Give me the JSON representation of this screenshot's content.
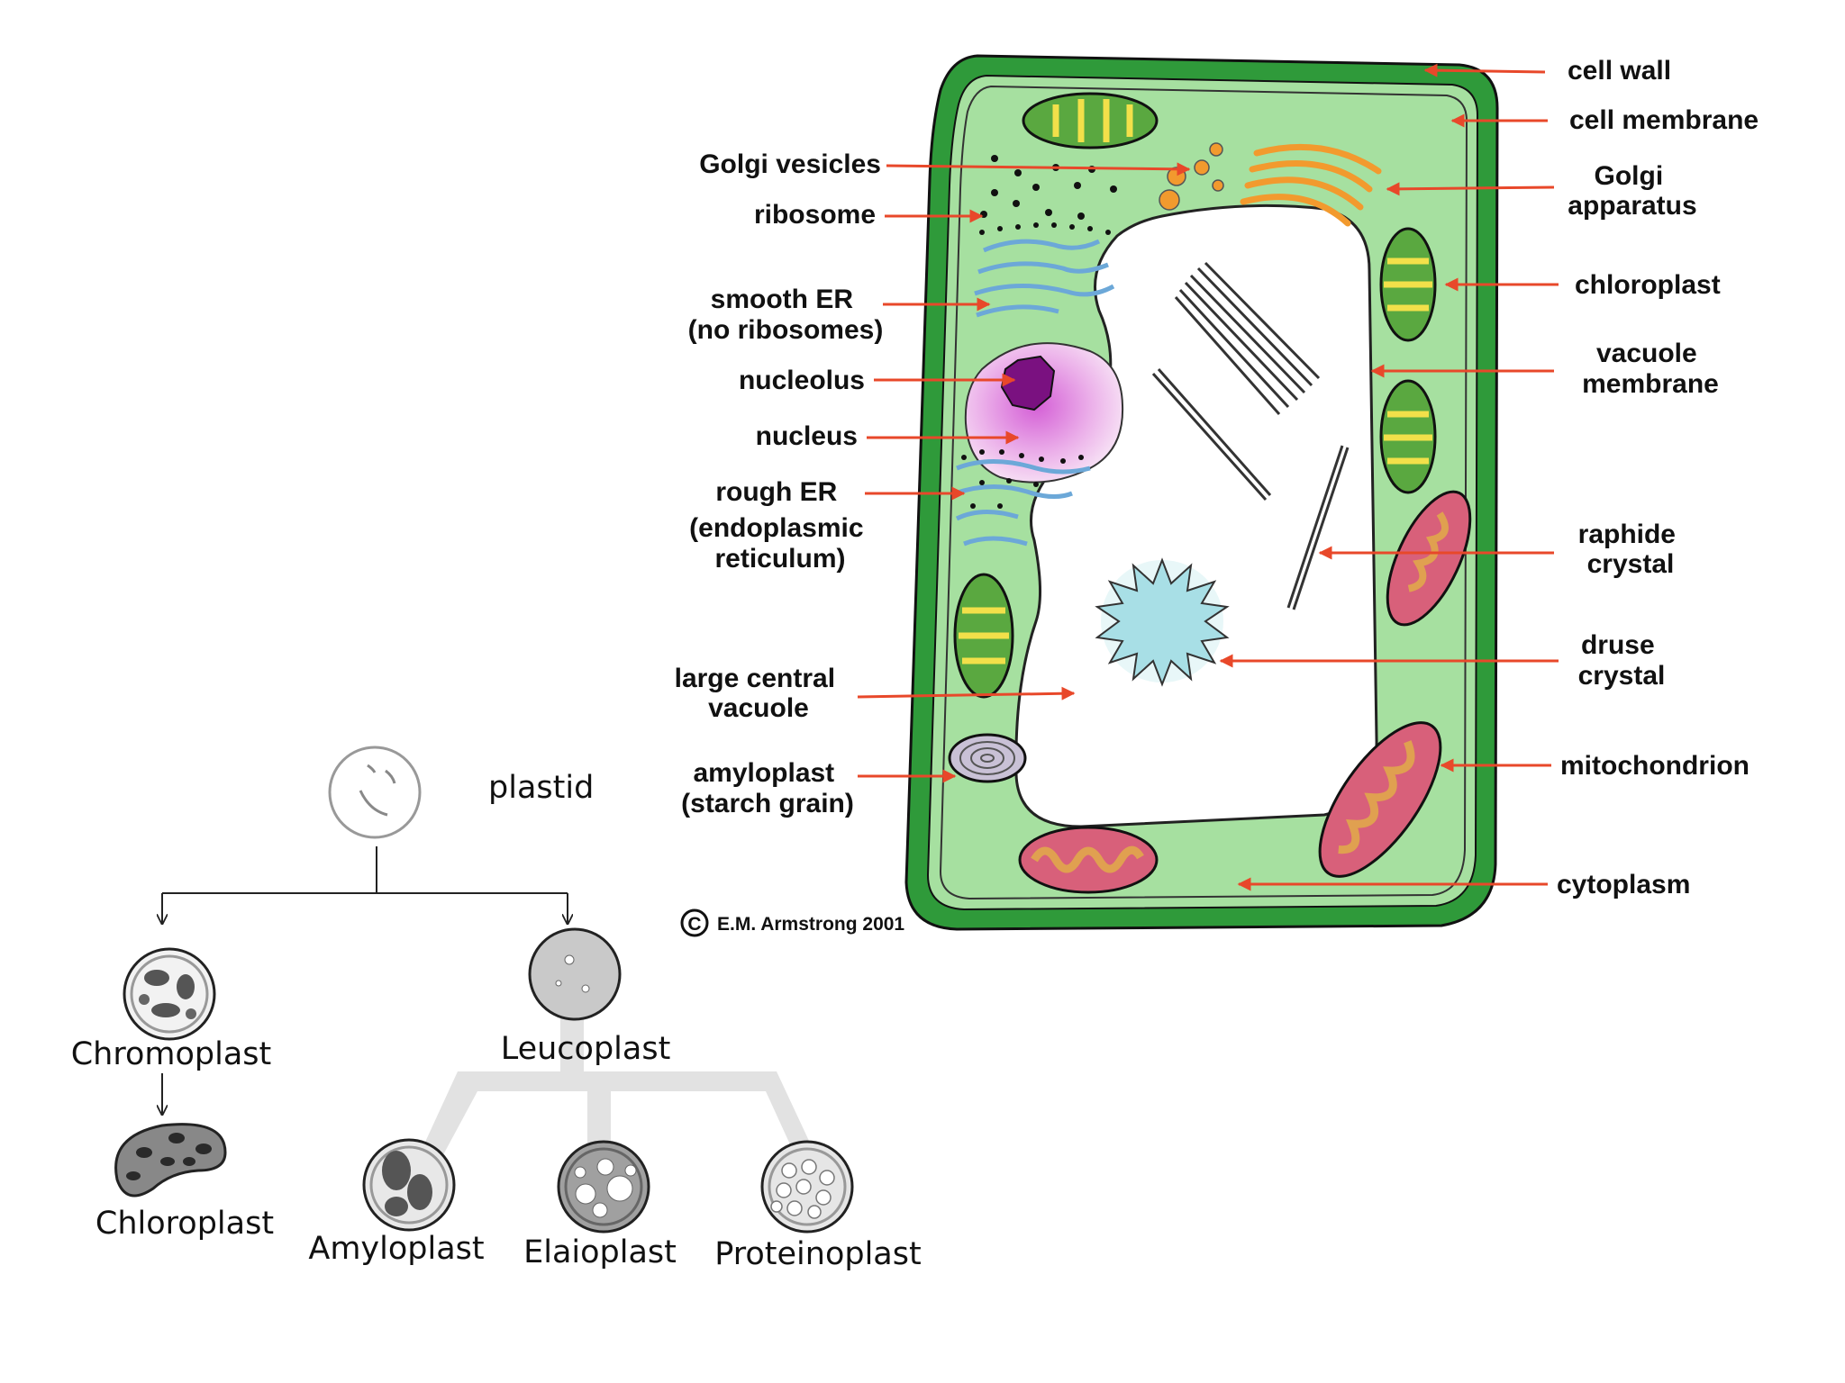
{
  "cell_labels": {
    "cell_wall": "cell wall",
    "cell_membrane": "cell membrane",
    "golgi_vesicles": "Golgi vesicles",
    "ribosome": "ribosome",
    "golgi_apparatus": [
      "Golgi",
      "apparatus"
    ],
    "smooth_er": [
      "smooth ER",
      "(no ribosomes)"
    ],
    "chloroplast": "chloroplast",
    "vacuole_membrane": [
      "vacuole",
      "membrane"
    ],
    "nucleolus": "nucleolus",
    "nucleus": "nucleus",
    "rough_er": [
      "rough ER",
      "(endoplasmic",
      "reticulum)"
    ],
    "raphide_crystal": [
      "raphide",
      "crystal"
    ],
    "druse_crystal": [
      "druse",
      "crystal"
    ],
    "large_central_vacuole": [
      "large central",
      "vacuole"
    ],
    "amyloplast": [
      "amyloplast",
      "(starch grain)"
    ],
    "mitochondrion": "mitochondrion",
    "cytoplasm": "cytoplasm"
  },
  "copyright": {
    "symbol": "C",
    "text": "E.M. Armstrong 2001"
  },
  "plastid_tree": {
    "root": "plastid",
    "chromoplast": "Chromoplast",
    "chloroplast": "Chloroplast",
    "leucoplast": "Leucoplast",
    "amyloplast": "Amyloplast",
    "elaioplast": "Elaioplast",
    "proteinoplast": "Proteinoplast"
  },
  "colors": {
    "cell_wall": "#2f9a3a",
    "cytoplasm": "#a6e0a0",
    "nucleus": "#e9a6e8",
    "nucleolus": "#7a1180",
    "golgi": "#f29a2e",
    "er": "#8ec3e6",
    "chloroplast": "#7cbf4a",
    "mitochondrion": "#d8607a",
    "arrow": "#e8482a"
  }
}
